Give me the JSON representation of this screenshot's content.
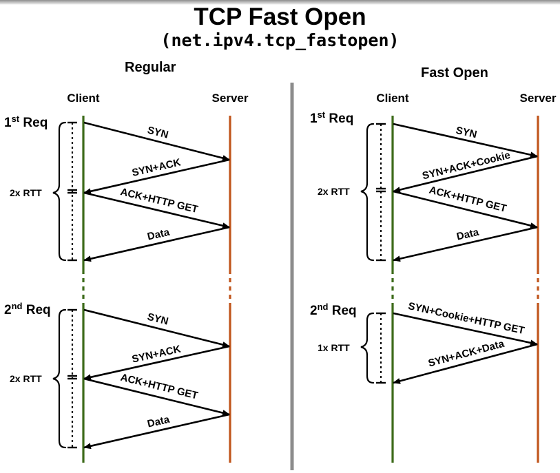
{
  "page": {
    "title": "TCP Fast Open",
    "subtitle": "(net.ipv4.tcp_fastopen)",
    "background": "#ffffff"
  },
  "colors": {
    "client_line": "#3d6b1a",
    "server_line": "#c0551c",
    "divider": "#8c8c8c",
    "arrow": "#000000",
    "text": "#000000"
  },
  "panels": [
    {
      "id": "regular",
      "heading": "Regular",
      "client_label": "Client",
      "server_label": "Server",
      "sections": [
        {
          "id": "regular-first",
          "req_label": "1",
          "req_sup": "st",
          "req_suffix": " Req",
          "rtt_label": "2x RTT",
          "messages": [
            {
              "text": "SYN",
              "direction": "client-to-server"
            },
            {
              "text": "SYN+ACK",
              "direction": "server-to-client"
            },
            {
              "text": "ACK+HTTP GET",
              "direction": "client-to-server"
            },
            {
              "text": "Data",
              "direction": "server-to-client"
            }
          ]
        },
        {
          "id": "regular-second",
          "req_label": "2",
          "req_sup": "nd",
          "req_suffix": " Req",
          "rtt_label": "2x RTT",
          "messages": [
            {
              "text": "SYN",
              "direction": "client-to-server"
            },
            {
              "text": "SYN+ACK",
              "direction": "server-to-client"
            },
            {
              "text": "ACK+HTTP GET",
              "direction": "client-to-server"
            },
            {
              "text": "Data",
              "direction": "server-to-client"
            }
          ]
        }
      ]
    },
    {
      "id": "fastopen",
      "heading": "Fast Open",
      "client_label": "Client",
      "server_label": "Server",
      "sections": [
        {
          "id": "fastopen-first",
          "req_label": "1",
          "req_sup": "st",
          "req_suffix": " Req",
          "rtt_label": "2x RTT",
          "messages": [
            {
              "text": "SYN",
              "direction": "client-to-server"
            },
            {
              "text": "SYN+ACK+Cookie",
              "direction": "server-to-client"
            },
            {
              "text": "ACK+HTTP GET",
              "direction": "client-to-server"
            },
            {
              "text": "Data",
              "direction": "server-to-client"
            }
          ]
        },
        {
          "id": "fastopen-second",
          "req_label": "2",
          "req_sup": "nd",
          "req_suffix": " Req",
          "rtt_label": "1x RTT",
          "messages": [
            {
              "text": "SYN+Cookie+HTTP GET",
              "direction": "client-to-server"
            },
            {
              "text": "SYN+ACK+Data",
              "direction": "server-to-client"
            }
          ]
        }
      ]
    }
  ],
  "labels": {
    "regular_heading": "Regular",
    "fastopen_heading": "Fast Open",
    "left_client": "Client",
    "left_server": "Server",
    "right_client": "Client",
    "right_server": "Server",
    "l1_req_num": "1",
    "l1_req_sup": "st",
    "l1_req_word": " Req",
    "l1_rtt": "2x RTT",
    "l1_m1": "SYN",
    "l1_m2": "SYN+ACK",
    "l1_m3": "ACK+HTTP GET",
    "l1_m4": "Data",
    "l2_req_num": "2",
    "l2_req_sup": "nd",
    "l2_req_word": " Req",
    "l2_rtt": "2x RTT",
    "l2_m1": "SYN",
    "l2_m2": "SYN+ACK",
    "l2_m3": "ACK+HTTP GET",
    "l2_m4": "Data",
    "r1_req_num": "1",
    "r1_req_sup": "st",
    "r1_req_word": " Req",
    "r1_rtt": "2x RTT",
    "r1_m1": "SYN",
    "r1_m2": "SYN+ACK+Cookie",
    "r1_m3": "ACK+HTTP GET",
    "r1_m4": "Data",
    "r2_req_num": "2",
    "r2_req_sup": "nd",
    "r2_req_word": " Req",
    "r2_rtt": "1x RTT",
    "r2_m1": "SYN+Cookie+HTTP GET",
    "r2_m2": "SYN+ACK+Data"
  }
}
